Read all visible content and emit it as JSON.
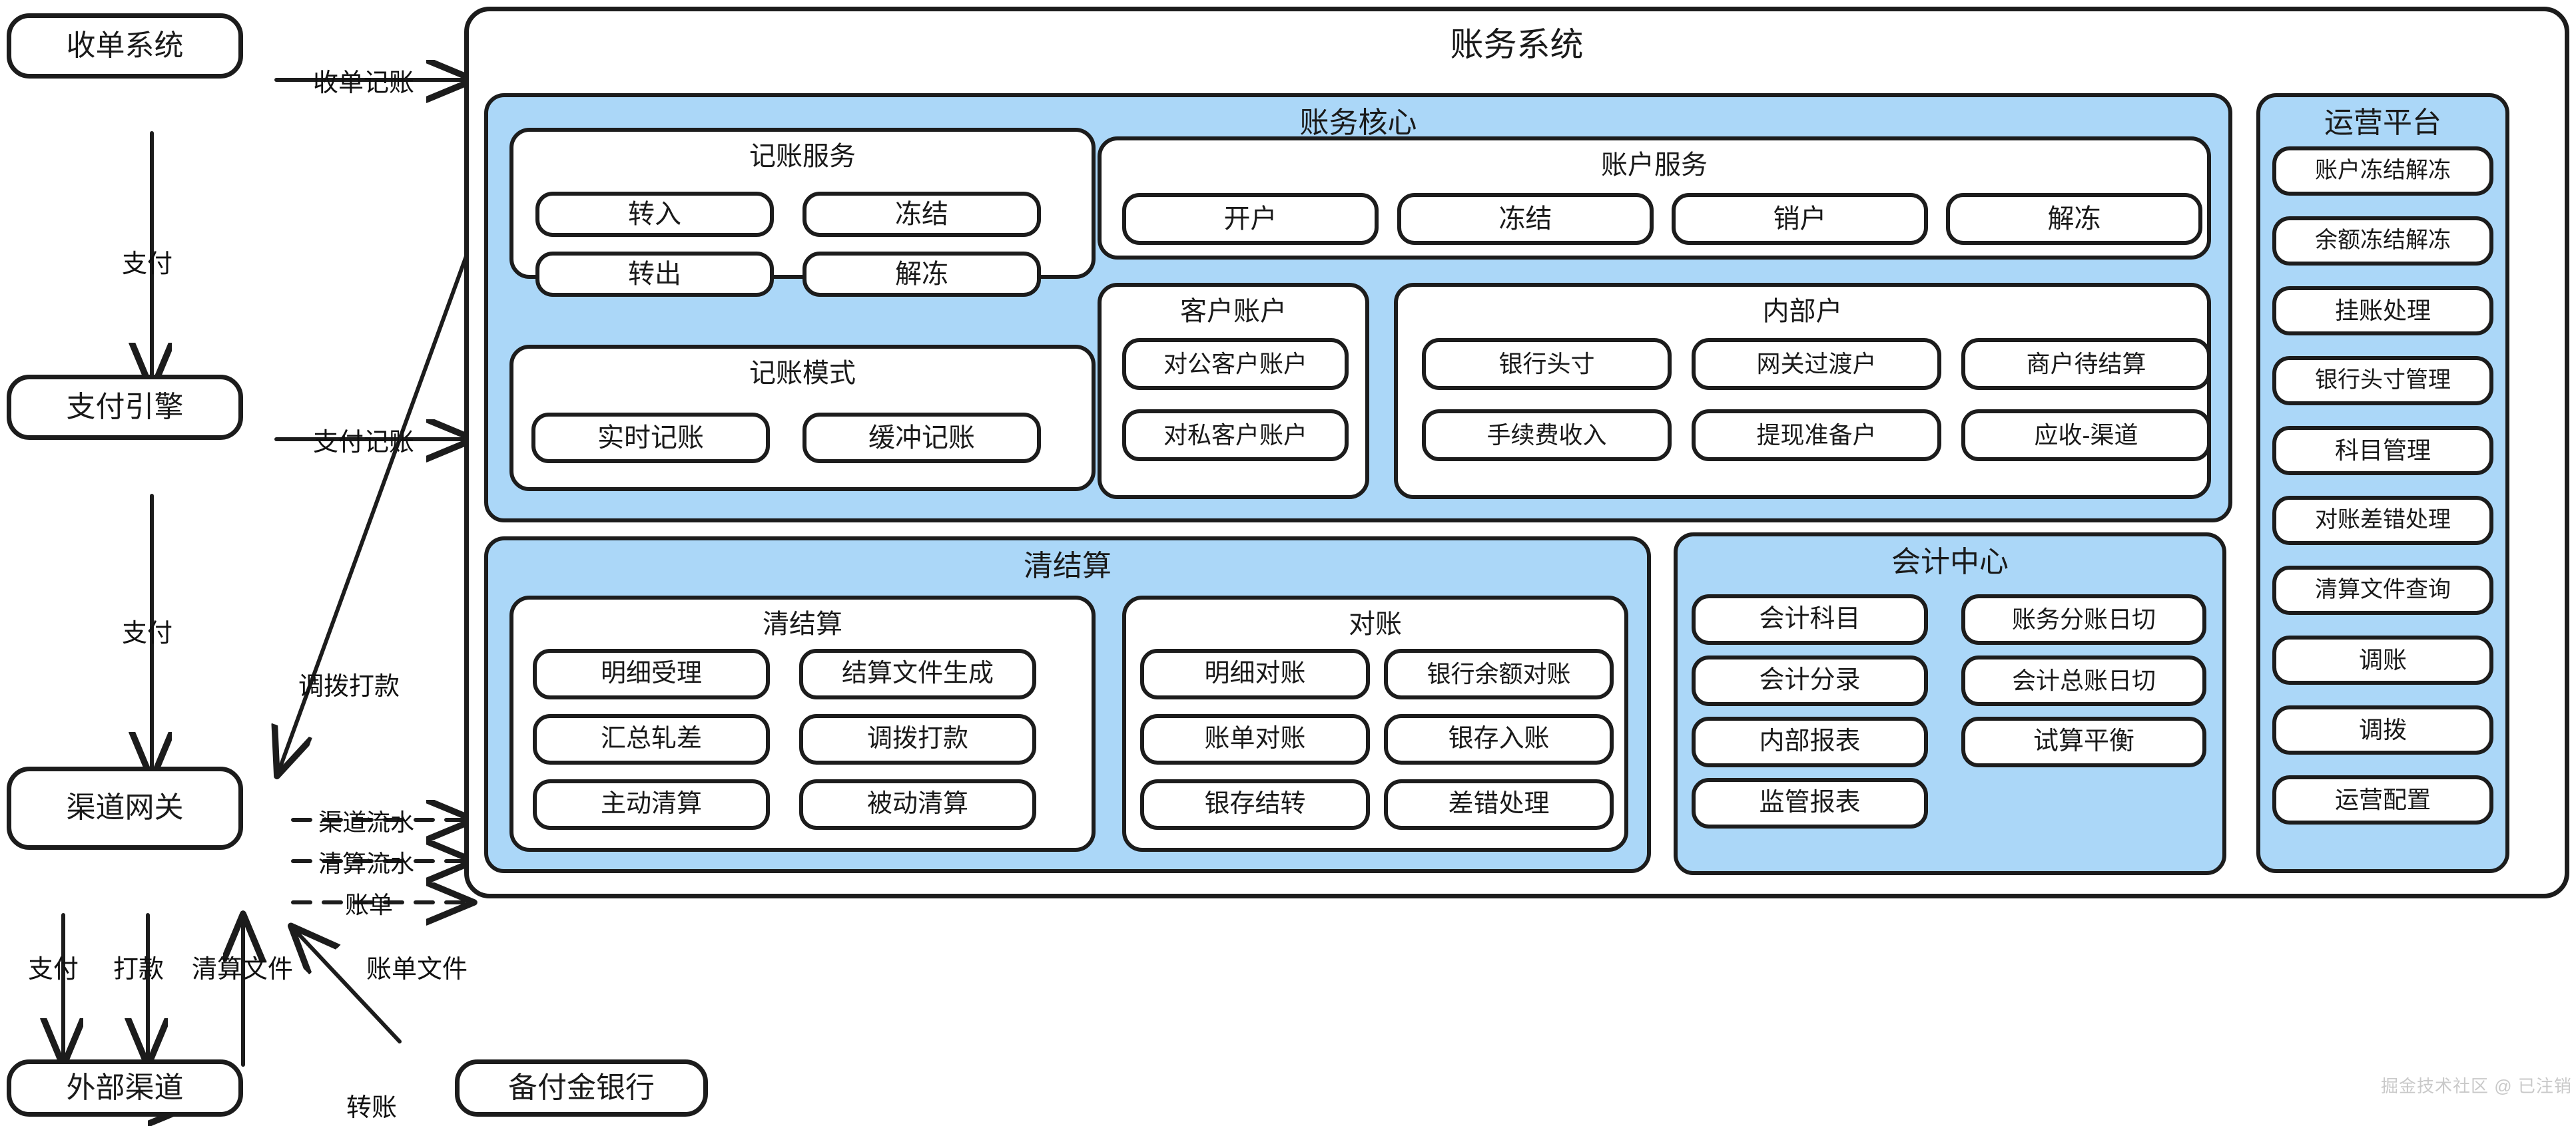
{
  "diagram": {
    "title": "账务系统",
    "watermark": "掘金技术社区 @ 已注销"
  },
  "external_systems": [
    {
      "id": "acquiring",
      "label": "收单系统"
    },
    {
      "id": "payment-engine",
      "label": "支付引擎"
    },
    {
      "id": "channel-gateway",
      "label": "渠道网关"
    },
    {
      "id": "external-channel",
      "label": "外部渠道"
    },
    {
      "id": "reserve-bank",
      "label": "备付金银行"
    }
  ],
  "edges": [
    {
      "id": "acquiring-to-system",
      "label": "收单记账",
      "style": "solid"
    },
    {
      "id": "acquiring-to-payment",
      "label": "支付",
      "style": "solid"
    },
    {
      "id": "payment-to-system",
      "label": "支付记账",
      "style": "solid"
    },
    {
      "id": "payment-to-gateway",
      "label": "支付",
      "style": "solid"
    },
    {
      "id": "settlement-to-gateway",
      "label": "调拨打款",
      "style": "solid"
    },
    {
      "id": "gateway-to-system-flow",
      "label": "渠道流水",
      "style": "dashed"
    },
    {
      "id": "gateway-to-system-clearing",
      "label": "清算流水",
      "style": "dashed"
    },
    {
      "id": "gateway-to-system-bill",
      "label": "账单",
      "style": "dashed"
    },
    {
      "id": "gateway-to-channel-pay",
      "label": "支付",
      "style": "solid"
    },
    {
      "id": "gateway-to-channel-remit",
      "label": "打款",
      "style": "solid"
    },
    {
      "id": "channel-to-gateway-clearfile",
      "label": "清算文件",
      "style": "solid"
    },
    {
      "id": "bank-to-gateway-billfile",
      "label": "账单文件",
      "style": "solid"
    },
    {
      "id": "channel-to-bank",
      "label": "转账",
      "style": "solid"
    }
  ],
  "accounting_core": {
    "title": "账务核心",
    "groups": [
      {
        "id": "bookkeeping-service",
        "title": "记账服务",
        "items": [
          "转入",
          "冻结",
          "转出",
          "解冻"
        ]
      },
      {
        "id": "bookkeeping-mode",
        "title": "记账模式",
        "items": [
          "实时记账",
          "缓冲记账"
        ]
      },
      {
        "id": "account-service",
        "title": "账户服务",
        "items": [
          "开户",
          "冻结",
          "销户",
          "解冻"
        ]
      },
      {
        "id": "customer-account",
        "title": "客户账户",
        "items": [
          "对公客户账户",
          "对私客户账户"
        ]
      },
      {
        "id": "internal-account",
        "title": "内部户",
        "items": [
          "银行头寸",
          "网关过渡户",
          "商户待结算",
          "手续费收入",
          "提现准备户",
          "应收-渠道"
        ]
      }
    ]
  },
  "clearing_settlement": {
    "title": "清结算",
    "groups": [
      {
        "id": "settlement",
        "title": "清结算",
        "items": [
          "明细受理",
          "结算文件生成",
          "汇总轧差",
          "调拨打款",
          "主动清算",
          "被动清算"
        ]
      },
      {
        "id": "reconciliation",
        "title": "对账",
        "items": [
          "明细对账",
          "银行余额对账",
          "账单对账",
          "银存入账",
          "银存结转",
          "差错处理"
        ]
      }
    ]
  },
  "accounting_center": {
    "title": "会计中心",
    "left_items": [
      "会计科目",
      "会计分录",
      "内部报表",
      "监管报表"
    ],
    "right_items": [
      "账务分账日切",
      "会计总账日切",
      "试算平衡"
    ]
  },
  "operation_platform": {
    "title": "运营平台",
    "items": [
      "账户冻结解冻",
      "余额冻结解冻",
      "挂账处理",
      "银行头寸管理",
      "科目管理",
      "对账差错处理",
      "清算文件查询",
      "调账",
      "调拨",
      "运营配置"
    ]
  },
  "colors": {
    "group_blue": "#ABD7F8",
    "stroke": "#1c1c1c",
    "node_fill": "#ffffff",
    "watermark": "#c9c9c9"
  }
}
